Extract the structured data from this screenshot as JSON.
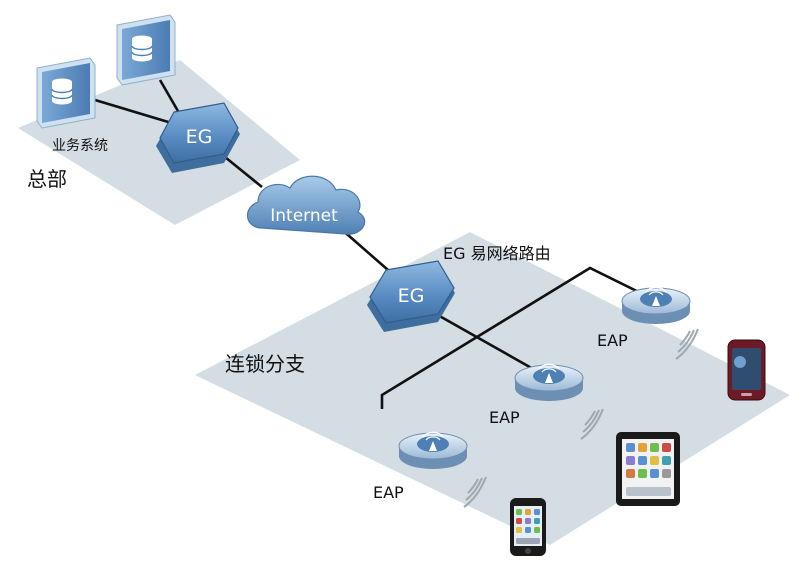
{
  "headquarters": {
    "zone_label": "总部",
    "business_label": "业务系统",
    "gateway_label": "EG"
  },
  "internet": {
    "label": "Internet"
  },
  "branch": {
    "zone_label": "连锁分支",
    "gateway_label": "EG",
    "gateway_caption": "EG 易网络路由",
    "access_points": [
      {
        "label": "EAP"
      },
      {
        "label": "EAP"
      },
      {
        "label": "EAP"
      }
    ]
  },
  "colors": {
    "zone_fill": "#d4dde3",
    "device_blue": "#5b8fc4",
    "device_dark": "#3c6d9f",
    "link": "#111111"
  },
  "icons": [
    "server-icon",
    "router-icon",
    "cloud-icon",
    "wireless-ap-icon",
    "wifi-signal-icon",
    "smartphone-icon",
    "tablet-icon"
  ]
}
